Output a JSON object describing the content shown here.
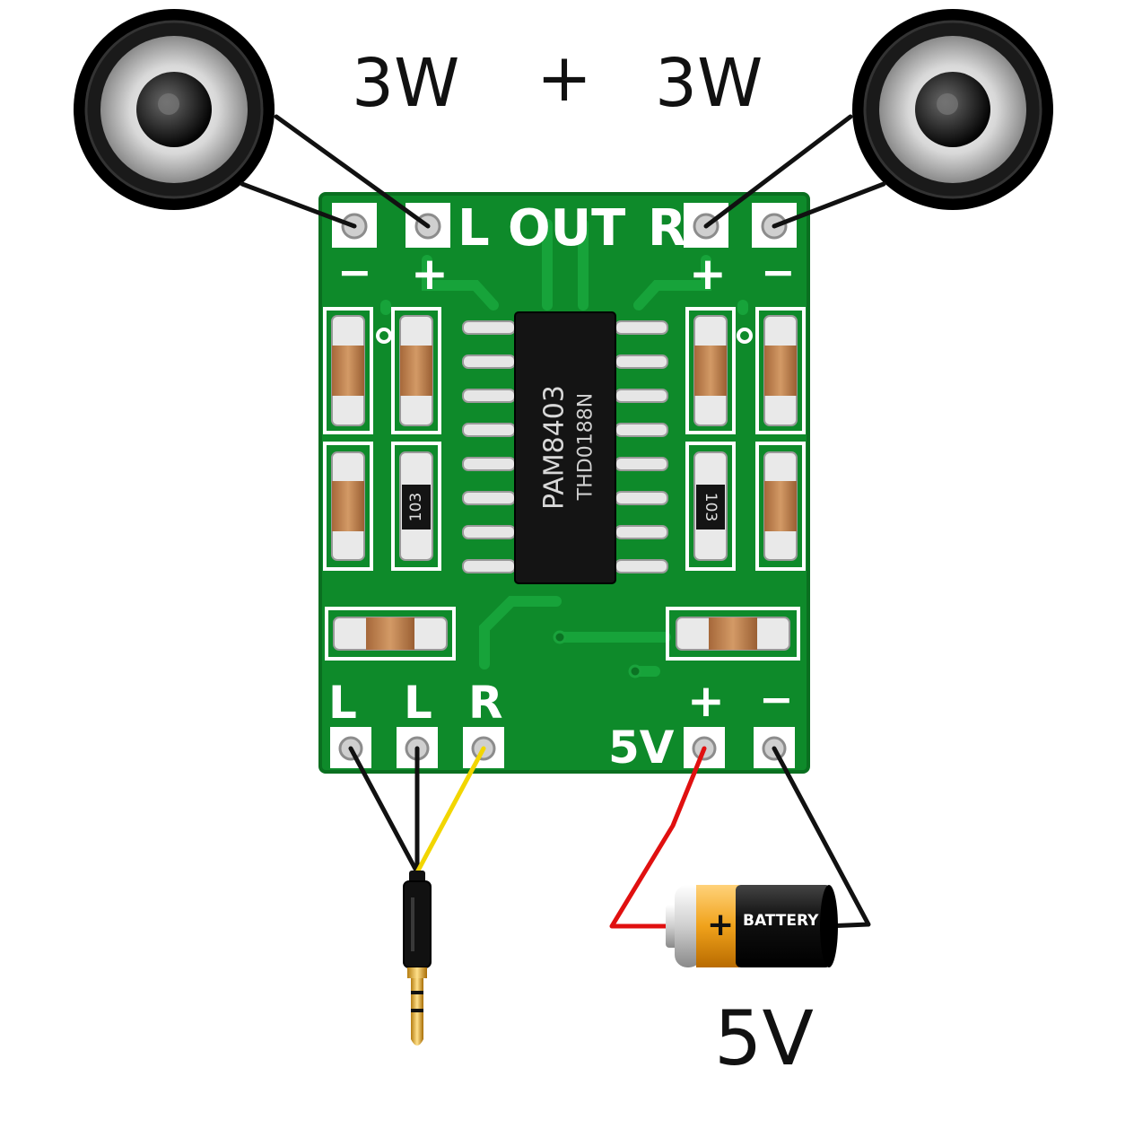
{
  "headline": {
    "left_power": "3W",
    "plus": "+",
    "right_power": "3W"
  },
  "board": {
    "out_label_left": "L",
    "out_label_mid": "OUT",
    "out_label_right": "R",
    "speaker_pads_polarity": [
      "−",
      "+",
      "+",
      "−"
    ],
    "chip_name": "PAM8403",
    "chip_code": "THD0188N",
    "resistor_left_code": "103",
    "resistor_right_code": "103",
    "input_labels": [
      "L",
      "L",
      "R"
    ],
    "power_plus": "+",
    "power_minus": "−",
    "power_label": "5V",
    "color": "#0e8a2a"
  },
  "battery": {
    "text": "BATTERY",
    "plus_sign": "+",
    "voltage": "5V"
  },
  "wires": {
    "speaker": "#111111",
    "audio_ground": "#111111",
    "audio_right": "#f2d600",
    "power_positive": "#e01010",
    "power_negative": "#111111"
  }
}
